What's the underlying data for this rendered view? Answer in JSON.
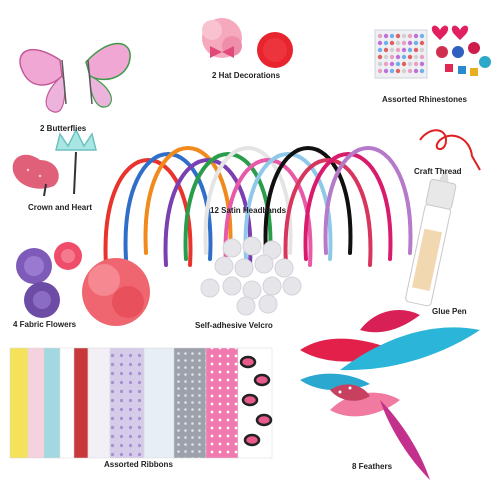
{
  "labels": {
    "butterflies": "2 Butterflies",
    "hat_decorations": "2 Hat Decorations",
    "rhinestones": "Assorted Rhinestones",
    "craft_thread": "Craft Thread",
    "crown_heart": "Crown and Heart",
    "headbands": "12 Satin Headbands",
    "glue_pen": "Glue Pen",
    "fabric_flowers": "4 Fabric Flowers",
    "velcro": "Self-adhesive Velcro",
    "ribbons": "Assorted Ribbons",
    "feathers": "8 Feathers"
  },
  "colors": {
    "headbands": [
      "#e8342c",
      "#2f6fc9",
      "#f08a1c",
      "#7a3fb0",
      "#2a9d4b",
      "#ffffff",
      "#e85aa8",
      "#8fc8e8",
      "#101010",
      "#d8355e",
      "#d91b6b",
      "#b57ac9"
    ],
    "butterfly": "#e894c8",
    "heart": "#e0607a",
    "fabric_flowers": [
      "#7e5bb8",
      "#ef4d6a",
      "#f06670",
      "#6d4ca6"
    ],
    "velcro": "#e6e6ea",
    "feathers": [
      "#e2204a",
      "#2bb5d8",
      "#c4318c",
      "#f07aa0"
    ],
    "ribbons": [
      "#f4e25a",
      "#f6d2df",
      "#a3d8e0",
      "#ffffff",
      "#c8383a",
      "#d6ccea",
      "#c9c9d2",
      "#9aa0aa",
      "#f07ab0",
      "#222222"
    ]
  },
  "icons": [
    "butterfly-icon",
    "hat-decoration-icon",
    "rhinestone-icon",
    "thread-icon",
    "crown-icon",
    "heart-icon",
    "headband-icon",
    "glue-pen-icon",
    "fabric-flower-icon",
    "velcro-dot-icon",
    "ribbon-icon",
    "feather-icon"
  ]
}
